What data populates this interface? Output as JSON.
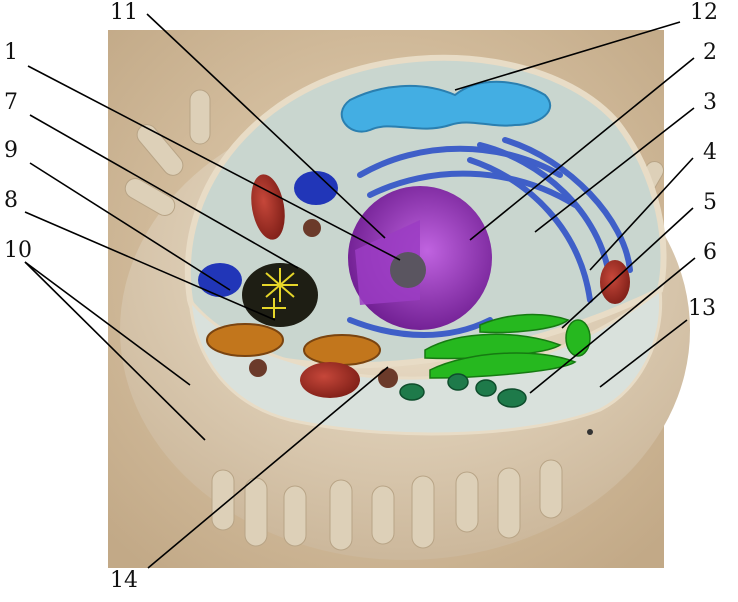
{
  "labels": {
    "n1": "1",
    "n2": "2",
    "n3": "3",
    "n4": "4",
    "n5": "5",
    "n6": "6",
    "n7": "7",
    "n8": "8",
    "n9": "9",
    "n10": "10",
    "n11": "11",
    "n12": "12",
    "n13": "13",
    "n14": "14"
  },
  "colors": {
    "background": "#d8c3a3",
    "cytoplasm": "#c9d6cf",
    "membrane": "#e4d4ba",
    "nucleus": "#8a2fb0",
    "rough_er": "#3f5fc8",
    "golgi": "#26b81f",
    "mitochondria": "#9c2a20",
    "lysosome": "#2136b8",
    "centrosome": "#1e1e14",
    "smooth_er": "#43aee3",
    "leader_line": "#000000"
  }
}
